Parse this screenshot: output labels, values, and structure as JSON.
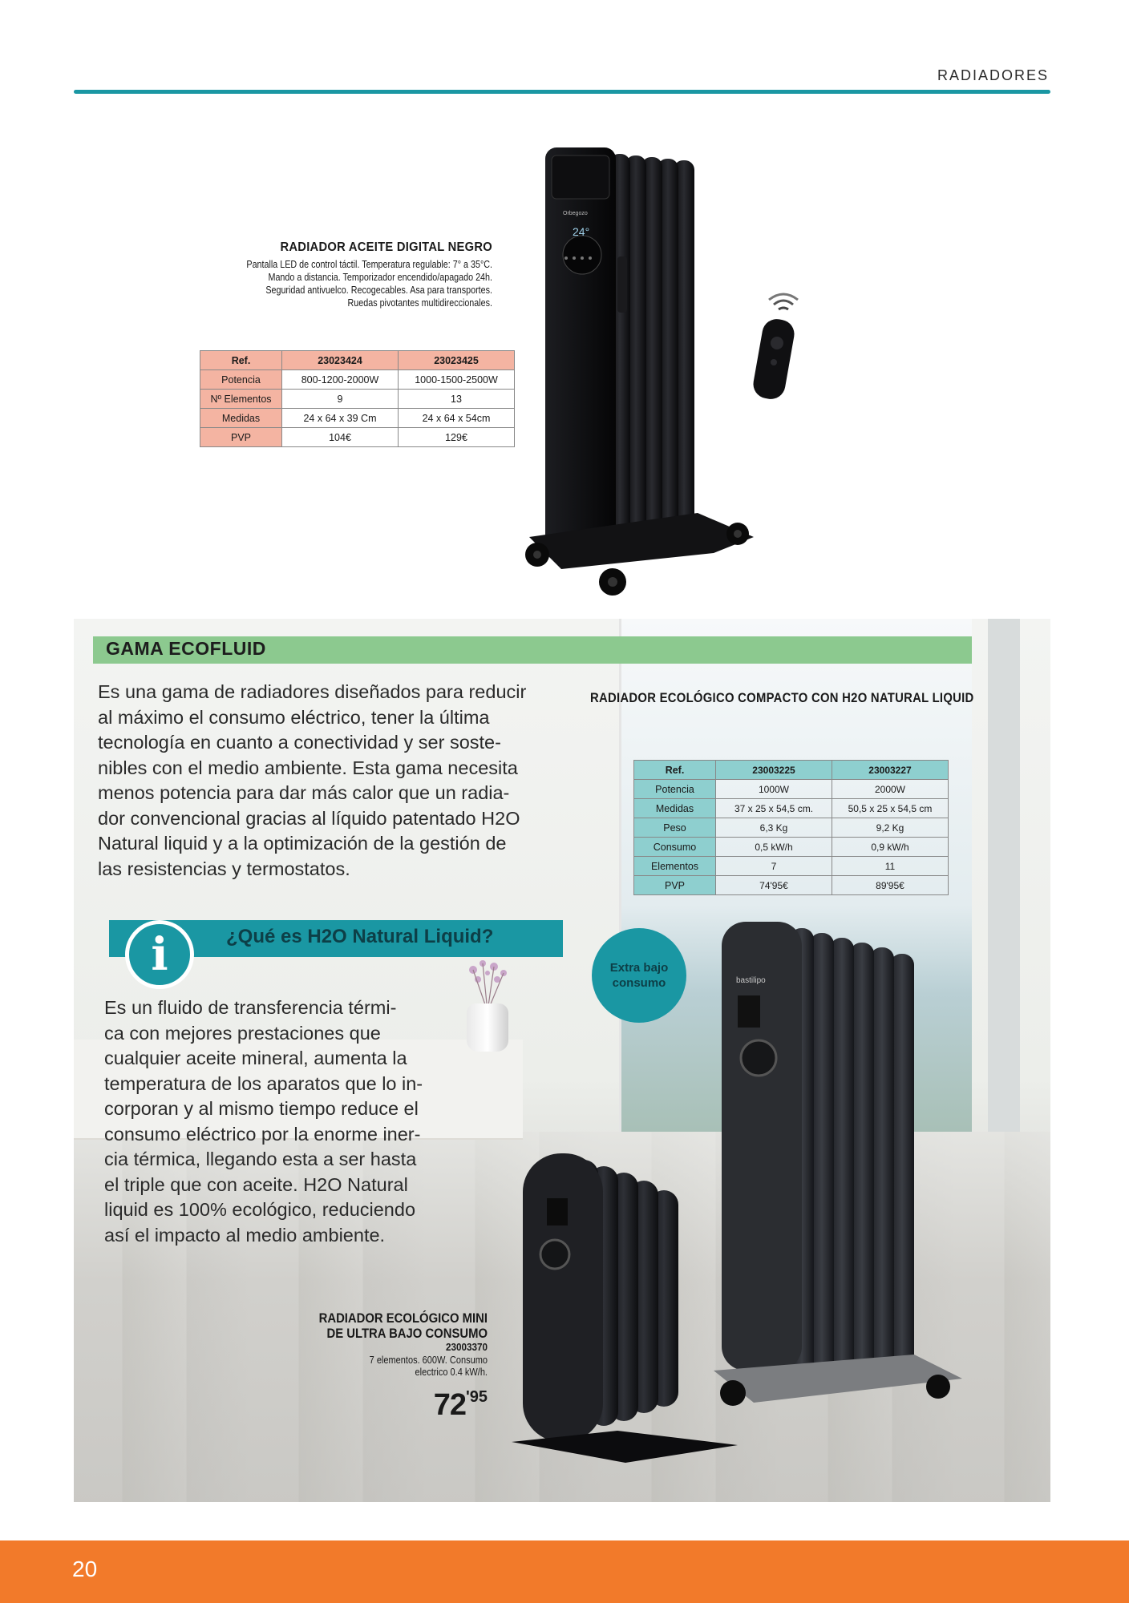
{
  "header": {
    "section_label": "RADIADORES"
  },
  "product_top": {
    "title": "RADIADOR ACEITE DIGITAL NEGRO",
    "description_lines": [
      "Pantalla LED de control táctil. Temperatura regulable: 7° a 35°C.",
      "Mando a distancia. Temporizador encendido/apagado 24h.",
      "Seguridad antivuelco. Recogecables. Asa para transportes.",
      "Ruedas pivotantes multidireccionales."
    ],
    "display_value": "24°",
    "brand": "Orbegozo",
    "table": {
      "header": [
        "Ref.",
        "23023424",
        "23023425"
      ],
      "rows": [
        [
          "Potencia",
          "800-1200-2000W",
          "1000-1500-2500W"
        ],
        [
          "Nº Elementos",
          "9",
          "13"
        ],
        [
          "Medidas",
          "24 x 64 x 39 Cm",
          "24 x 64 x 54cm"
        ],
        [
          "PVP",
          "104€",
          "129€"
        ]
      ]
    }
  },
  "ecofluid": {
    "title": "GAMA ECOFLUID",
    "intro_lines": [
      "Es una gama de radiadores diseñados para reducir",
      "al máximo el consumo eléctrico, tener la última",
      "tecnología en cuanto a conectividad y ser soste-",
      "nibles con el medio ambiente. Esta gama necesita",
      "menos potencia para dar más calor que un radia-",
      "dor convencional gracias al líquido patentado H2O",
      "Natural liquid y a la optimización de la gestión de",
      "las resistencias y termostatos."
    ],
    "question": "¿Qué es H2O Natural Liquid?",
    "info_icon_glyph": "i",
    "answer_lines": [
      "Es un fluido de transferencia térmi-",
      "ca con mejores prestaciones que",
      "cualquier aceite mineral, aumenta la",
      "temperatura de los aparatos que lo in-",
      "corporan y al mismo tiempo reduce el",
      "consumo eléctrico por la enorme iner-",
      "cia térmica, llegando esta a ser hasta",
      "el triple que con aceite. H2O Natural",
      "liquid es 100% ecológico, reduciendo",
      "así el impacto al medio ambiente."
    ],
    "badge_lines": [
      "Extra bajo",
      "consumo"
    ]
  },
  "product_compact": {
    "title": "RADIADOR ECOLÓGICO COMPACTO CON H2O NATURAL LIQUID",
    "brand": "bastilipo",
    "table": {
      "header": [
        "Ref.",
        "23003225",
        "23003227"
      ],
      "rows": [
        [
          "Potencia",
          "1000W",
          "2000W"
        ],
        [
          "Medidas",
          "37 x 25 x 54,5 cm.",
          "50,5 x 25 x 54,5 cm"
        ],
        [
          "Peso",
          "6,3 Kg",
          "9,2 Kg"
        ],
        [
          "Consumo",
          "0,5 kW/h",
          "0,9 kW/h"
        ],
        [
          "Elementos",
          "7",
          "11"
        ],
        [
          "PVP",
          "74'95€",
          "89'95€"
        ]
      ]
    }
  },
  "product_mini": {
    "title_lines": [
      "RADIADOR ECOLÓGICO MINI",
      "DE ULTRA BAJO CONSUMO"
    ],
    "ref": "23003370",
    "description_lines": [
      "7 elementos. 600W. Consumo",
      "electrico  0.4 kW/h."
    ],
    "price_int": "72",
    "price_dec": "'95"
  },
  "footer": {
    "page_number": "20"
  },
  "colors": {
    "teal": "#1a97a3",
    "green": "#8cc98f",
    "orange": "#f27a2a",
    "salmon": "#f4b4a2",
    "light_teal": "#8ecfcf"
  }
}
